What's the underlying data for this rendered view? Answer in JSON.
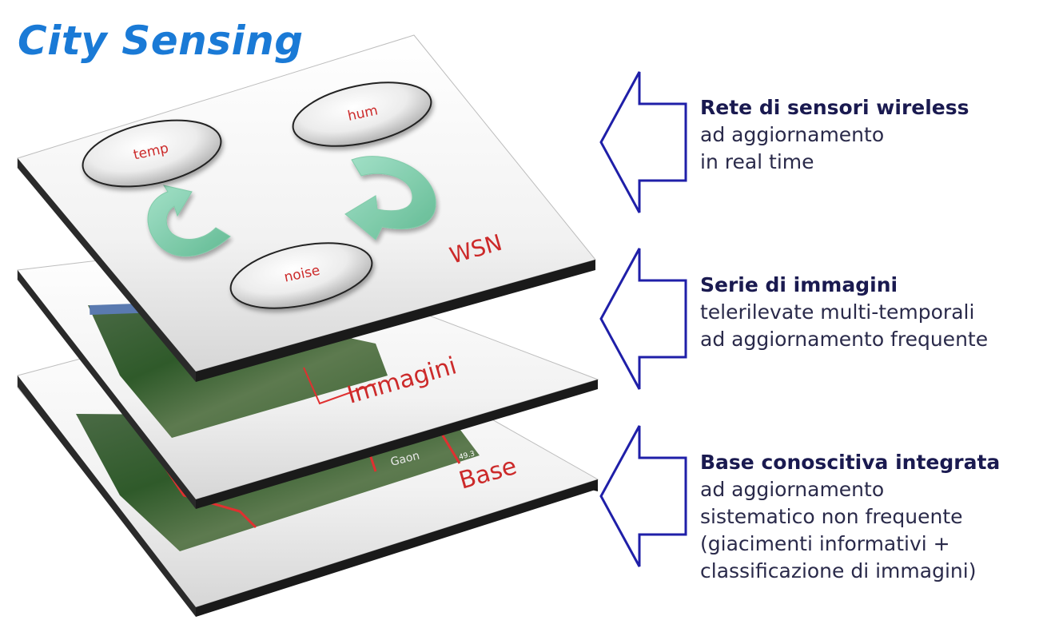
{
  "title": "City Sensing",
  "colors": {
    "title": "#1a7ad6",
    "arrow_outline": "#1f1fa8",
    "layer_label": "#cc2a2a",
    "description_head": "#1a1a50"
  },
  "layers": {
    "wsn": {
      "label": "WSN",
      "nodes": [
        "temp",
        "hum",
        "noise"
      ]
    },
    "immagini": {
      "label": "Immagini"
    },
    "base": {
      "label": "Base",
      "map_label": "Gaon",
      "map_scale": "49.3"
    }
  },
  "descriptions": [
    {
      "head": "Rete di sensori wireless",
      "lines": [
        "ad aggiornamento",
        "in real time"
      ]
    },
    {
      "head": "Serie di immagini",
      "lines": [
        "telerilevate multi-temporali",
        "ad aggiornamento frequente"
      ]
    },
    {
      "head": "Base conoscitiva integrata",
      "lines": [
        "ad aggiornamento",
        "sistematico non frequente",
        "(giacimenti informativi +",
        "classificazione di immagini)"
      ]
    }
  ],
  "icons": [
    "left-arrow-icon",
    "cycle-arrow-icon"
  ]
}
